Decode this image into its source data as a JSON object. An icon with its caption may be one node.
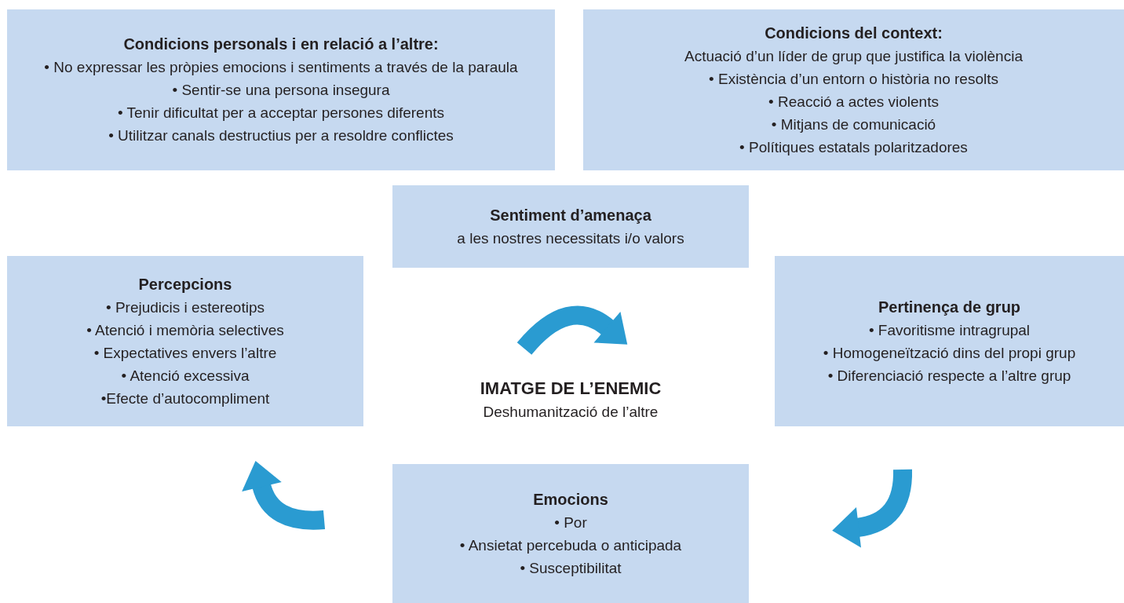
{
  "diagram": {
    "nodes": [
      {
        "text": [
          "Condicions personals i en relació a l’altre:",
          "• No expressar les pròpies emocions i sentiments a través de la paraula",
          "• Sentir-se una persona insegura",
          "• Tenir dificultat per a acceptar persones diferents",
          "• Utilitzar canals destructius per a resoldre conflictes"
        ]
      },
      {
        "text": [
          "Condicions del context:",
          "Actuació d’un líder de grup que justifica la violència",
          "• Existència d’un entorn o història no resolts",
          "• Reacció a actes violents",
          "• Mitjans de comunicació",
          "• Polítiques estatals polaritzadores"
        ]
      },
      {
        "text": [
          "Sentiment d’amenaça",
          "a les nostres necessitats i/o valors"
        ]
      },
      {
        "text": [
          "Percepcions",
          "• Prejudicis i estereotips",
          "• Atenció i memòria selectives",
          "• Expectatives envers l’altre",
          "• Atenció excessiva",
          "•Efecte d’autocompliment"
        ]
      },
      {
        "text": [
          "Pertinença de grup",
          "• Favoritisme intragrupal",
          "• Homogeneïtzació dins del propi grup",
          "• Diferenciació respecte a l’altre grup"
        ]
      },
      {
        "text": [
          "Emocions",
          "• Por",
          "• Ansietat percebuda o anticipada",
          "• Susceptibilitat"
        ]
      }
    ],
    "labels": [
      "IMATGE DE L’ENEMIC",
      "Deshumanització de l’altre"
    ]
  }
}
